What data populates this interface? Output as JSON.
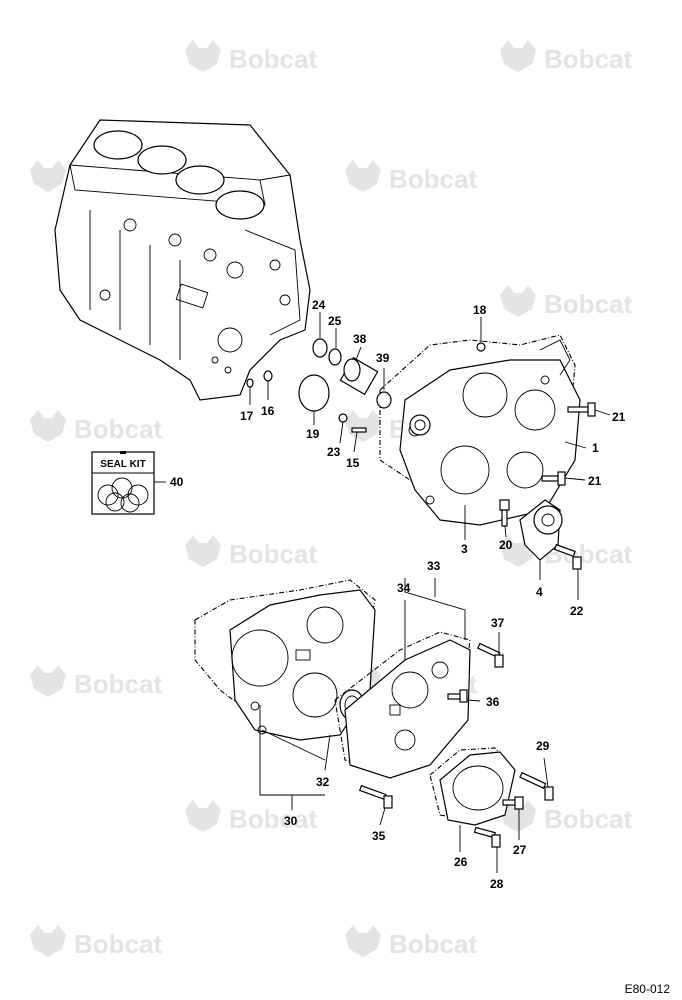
{
  "brand": {
    "watermark_text": "Bobcat",
    "watermark_icon": "bobcat-head-icon"
  },
  "seal_kit": {
    "label": "SEAL KIT",
    "callout": "40"
  },
  "callouts": [
    "1",
    "3",
    "4",
    "15",
    "16",
    "17",
    "18",
    "19",
    "20",
    "21",
    "21",
    "22",
    "23",
    "24",
    "25",
    "26",
    "27",
    "28",
    "29",
    "30",
    "32",
    "33",
    "34",
    "35",
    "36",
    "37",
    "38",
    "39"
  ],
  "figure_code": "E80-012"
}
